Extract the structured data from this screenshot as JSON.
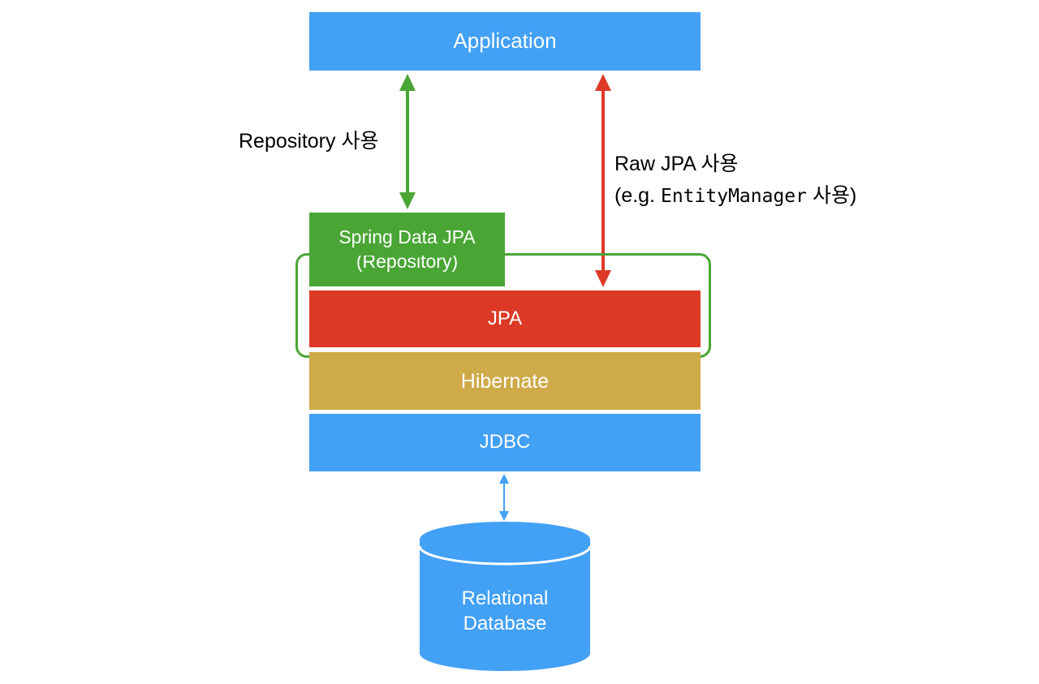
{
  "layers": {
    "application": "Application",
    "spring_data_jpa": {
      "line1": "Spring Data JPA",
      "line2": "(Repository)"
    },
    "jpa": "JPA",
    "hibernate": "Hibernate",
    "jdbc": "JDBC"
  },
  "database": {
    "line1": "Relational",
    "line2": "Database"
  },
  "annotations": {
    "repository_usage": "Repository 사용",
    "raw_jpa_line1": "Raw JPA 사용",
    "raw_jpa_prefix": "(e.g. ",
    "raw_jpa_code": "EntityManager",
    "raw_jpa_suffix": " 사용)"
  },
  "colors": {
    "blue": "#42a0f5",
    "green": "#49a635",
    "red": "#dc3a26",
    "gold": "#cfaa48"
  }
}
